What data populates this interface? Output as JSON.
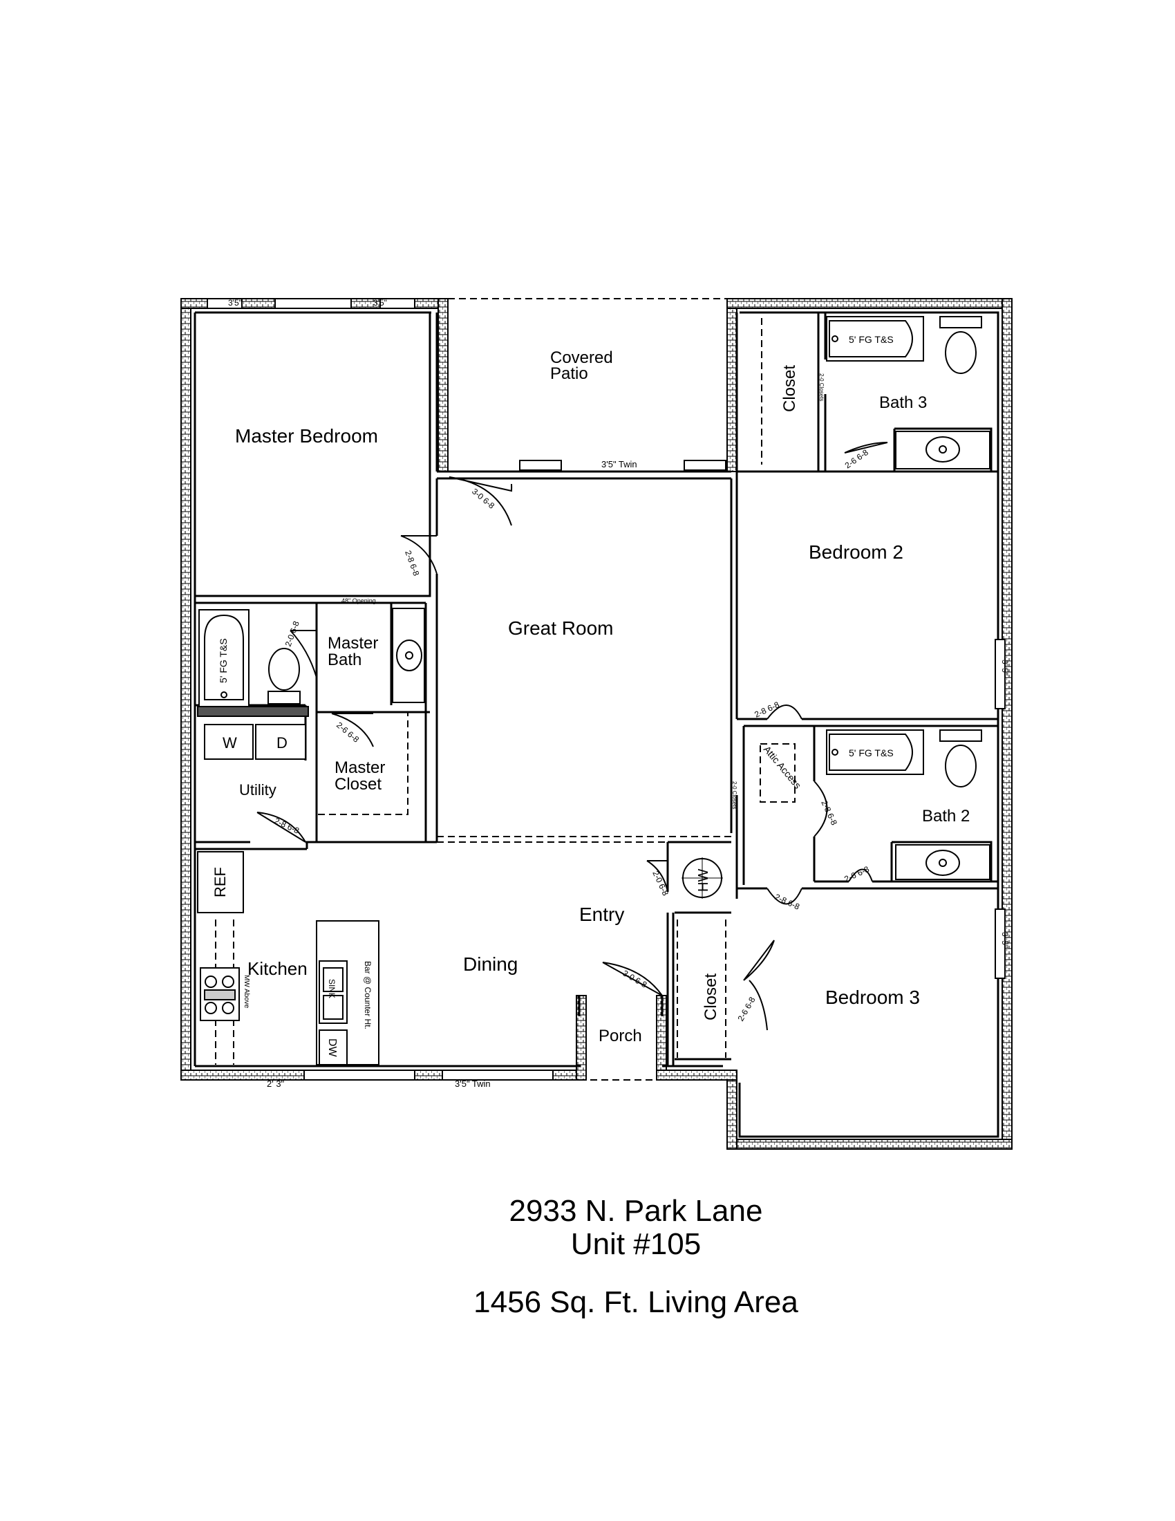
{
  "rooms": {
    "master_bedroom": "Master Bedroom",
    "covered_patio_1": "Covered",
    "covered_patio_2": "Patio",
    "great_room": "Great Room",
    "master_bath_1": "Master",
    "master_bath_2": "Bath",
    "master_closet_1": "Master",
    "master_closet_2": "Closet",
    "utility": "Utility",
    "kitchen": "Kitchen",
    "dining": "Dining",
    "entry": "Entry",
    "porch": "Porch",
    "closet_entry": "Closet",
    "bedroom_2": "Bedroom 2",
    "bedroom_3": "Bedroom 3",
    "bath_3": "Bath 3",
    "bath_2": "Bath 2",
    "closet_bath3": "Closet"
  },
  "fixtures": {
    "tub_master": "5' FG T&S",
    "tub_bath3": "5' FG T&S",
    "tub_bath2": "5' FG T&S",
    "washer": "W",
    "dryer": "D",
    "refrigerator": "REF",
    "water_heater": "HW",
    "sink": "SINK",
    "dishwasher": "DW",
    "bar": "Bar @ Counter Ht.",
    "mw_above": "MW Above",
    "attic_access": "Attic Access",
    "opening": "48\" Opening"
  },
  "doors": {
    "master_patio": "3-0 6-8",
    "master_bed": "2-8 6-8",
    "master_bath": "2-0 6-8",
    "master_closet": "2-6 6-8",
    "utility": "2-8 6-8",
    "hw": "2-0 6-8",
    "front": "3-0 6-8",
    "bath3": "2-6 6-8",
    "bed2": "2-8 6-8",
    "bath2_hall": "2-8 6-8",
    "bath2": "2-6 6-8",
    "bed3_hall": "2-8 6-8",
    "closet_bed3": "2-6 6-8",
    "closet_bath3_side": "2-0 Closets",
    "hall_linen": "2-0 Closets"
  },
  "windows": {
    "mb_left": "3'5\"",
    "mb_right": "3'5\"",
    "patio_twin": "3'5\" Twin",
    "front_twin": "3'5\" Twin",
    "kitchen": "2' 3\"",
    "bed2_side": "3' 5\"",
    "bed3_side": "3' 5\""
  },
  "caption": {
    "address": "2933 N. Park Lane",
    "unit": "Unit #105",
    "living_area": "1456 Sq. Ft. Living Area"
  }
}
